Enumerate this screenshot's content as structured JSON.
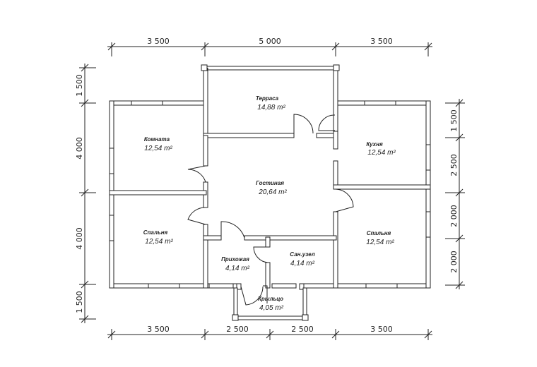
{
  "dimensions": {
    "top": [
      "3 500",
      "5 000",
      "3 500"
    ],
    "bottom": [
      "3 500",
      "2 500",
      "2 500",
      "3 500"
    ],
    "left": [
      "1 500",
      "4 000",
      "4 000",
      "1 500"
    ],
    "right": [
      "1 500",
      "2 500",
      "2 000",
      "2 000"
    ]
  },
  "rooms": {
    "terrace": {
      "name": "Терраса",
      "area": "14,88 m²"
    },
    "room": {
      "name": "Комната",
      "area": "12,54 m²"
    },
    "kitchen": {
      "name": "Кухня",
      "area": "12,54 m²"
    },
    "living": {
      "name": "Гостиная",
      "area": "20,64 m²"
    },
    "bedroom_left": {
      "name": "Спальня",
      "area": "12,54 m²"
    },
    "bedroom_right": {
      "name": "Спальня",
      "area": "12,54 m²"
    },
    "hall": {
      "name": "Прихожая",
      "area": "4,14 m²"
    },
    "bathroom": {
      "name": "Сан.узел",
      "area": "4,14 m²"
    },
    "porch": {
      "name": "Крыльцо",
      "area": "4,05 m²"
    }
  }
}
